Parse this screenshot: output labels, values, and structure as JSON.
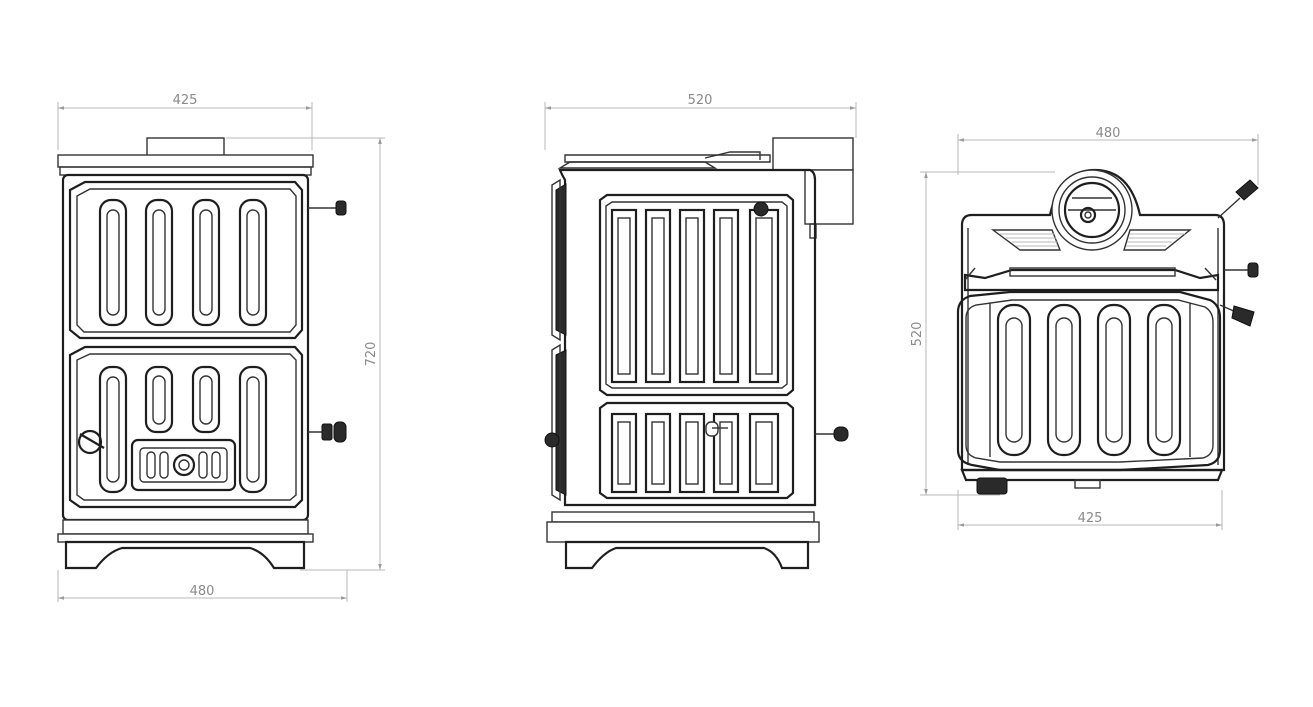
{
  "views": {
    "front": {
      "width_top": "425",
      "width_bottom": "480",
      "height": "720"
    },
    "side": {
      "depth": "520"
    },
    "top": {
      "width_top": "480",
      "width_bottom": "425",
      "depth": "520"
    }
  },
  "colors": {
    "line": "#333333",
    "dimension": "#b9b9b9",
    "dimension_text": "#8a8a8a"
  }
}
